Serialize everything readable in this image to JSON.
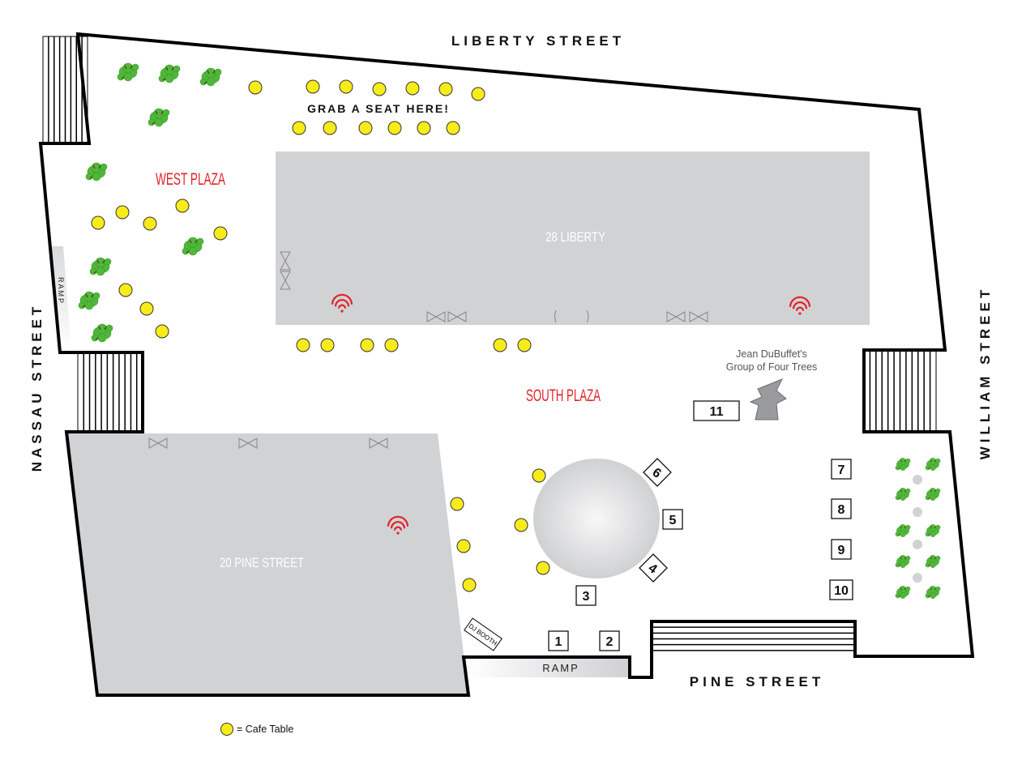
{
  "streets": {
    "north": "LIBERTY STREET",
    "west": "NASSAU STREET",
    "east": "WILLIAM STREET",
    "south": "PINE STREET"
  },
  "plazas": {
    "west": "WEST PLAZA",
    "south": "SOUTH PLAZA"
  },
  "buildings": {
    "liberty": "28 LIBERTY",
    "pine": "20 PINE STREET"
  },
  "seating_note": "GRAB A SEAT HERE!",
  "ramps": {
    "west": "RAMP",
    "south": "RAMP"
  },
  "dj_booth": "DJ BOOTH",
  "sculpture": {
    "line1": "Jean DuBuffet's",
    "line2": "Group of Four Trees"
  },
  "kiosks": [
    "1",
    "2",
    "3",
    "4",
    "5",
    "6",
    "7",
    "8",
    "9",
    "10",
    "11"
  ],
  "legend": {
    "cafe_table": "= Cafe Table"
  },
  "colors": {
    "cafe_table": "#f7ec1a",
    "plaza_label": "#e02328",
    "building": "#d1d2d4",
    "wifi": "#e02328",
    "tree": "#4fb83a"
  }
}
